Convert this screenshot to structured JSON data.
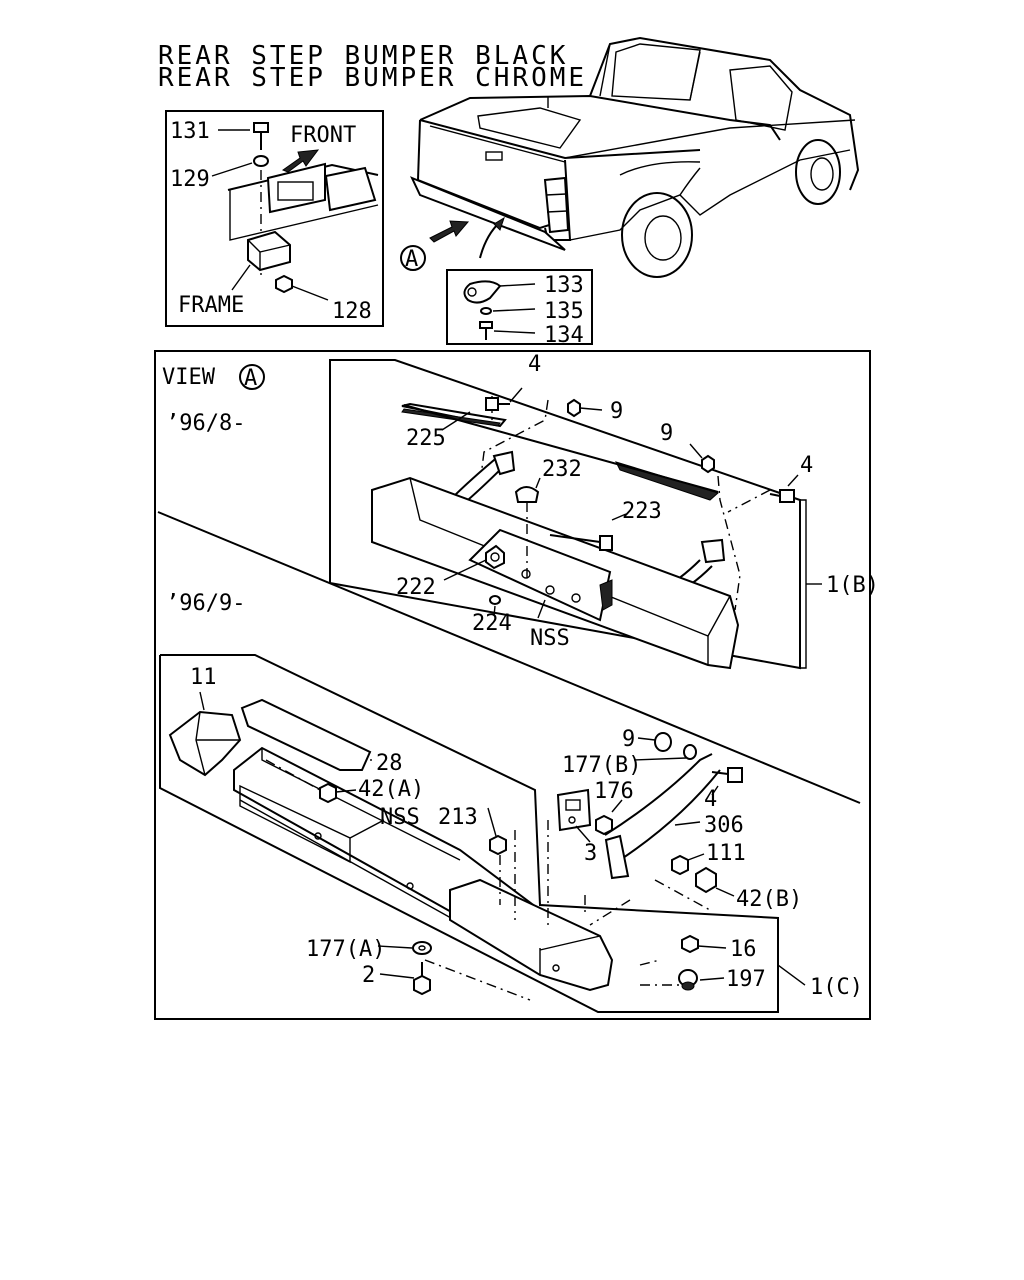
{
  "title": {
    "line1": "REAR STEP BUMPER BLACK",
    "line2": "REAR STEP BUMPER CHROME"
  },
  "inset_frame": {
    "front": "FRONT",
    "frame": "FRAME",
    "callouts": [
      "131",
      "129",
      "128"
    ]
  },
  "inset_hook": {
    "callouts": [
      "133",
      "135",
      "134"
    ]
  },
  "view_marker": "A",
  "view_title": "VIEW",
  "periods": {
    "early": "’96/8-",
    "late": "’96/9-"
  },
  "upper_assembly": {
    "callouts": [
      "4",
      "9",
      "225",
      "9",
      "232",
      "4",
      "223",
      "222",
      "224"
    ],
    "nss": "NSS",
    "assembly": "1(B)"
  },
  "lower_assembly": {
    "callouts": [
      "11",
      "28",
      "42(A)",
      "213",
      "9",
      "177(B)",
      "176",
      "3",
      "4",
      "306",
      "111",
      "42(B)",
      "16",
      "197",
      "177(A)",
      "2"
    ],
    "nss": "NSS",
    "assembly": "1(C)"
  }
}
